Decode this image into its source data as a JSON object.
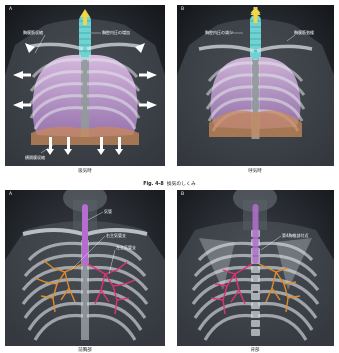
{
  "figure": {
    "number": "Fig. 4-8",
    "title": "換気のしくみ"
  },
  "top": {
    "left": {
      "corner": "A",
      "labels": {
        "trachea": "胸腔内圧の増加",
        "intercostal": "胸膜筋収縮",
        "diaphragm": "横隔膜収縮"
      },
      "caption": "吸気時"
    },
    "right": {
      "corner": "B",
      "labels": {
        "trachea": "胸腔内圧の減少",
        "intercostal": "胸膜筋弛緩"
      },
      "caption": "呼気時"
    }
  },
  "bottom": {
    "left": {
      "corner": "A",
      "labels": {
        "trachea": "気管",
        "bronchus_r": "右主気管支",
        "bronchus_l": "左主気管支"
      },
      "caption": "前胸部"
    },
    "right": {
      "corner": "B",
      "labels": {
        "bronchi": "第4胸椎部付近"
      },
      "caption": "背部"
    }
  },
  "colors": {
    "panel_bg": "#1a1d22",
    "lung": "#c79ad6",
    "trachea_top": "#6fd3d4",
    "diaphragm": "#c88a5a",
    "bronchi_pink": "#e0307a",
    "bronchi_orange": "#e08a2a",
    "bone": "#d8dde2"
  }
}
